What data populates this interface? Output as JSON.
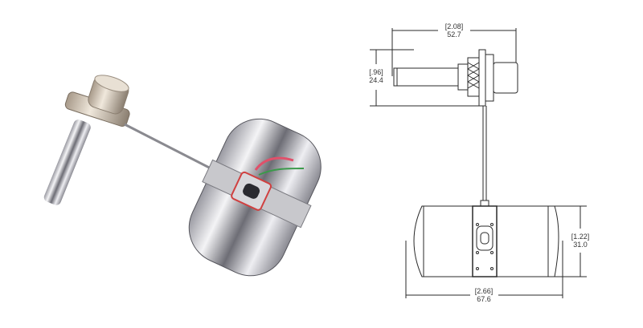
{
  "photo": {
    "subject": "stainless-steel float level switch with pivot arm and mounting flange"
  },
  "drawing": {
    "dimensions": {
      "overall_width": {
        "inches": "[2.08]",
        "mm": "52.7"
      },
      "mount_height": {
        "inches": "[.96]",
        "mm": "24.4"
      },
      "float_height": {
        "inches": "[1.22]",
        "mm": "31.0"
      },
      "float_length": {
        "inches": "[2.66]",
        "mm": "67.6"
      }
    }
  },
  "colors": {
    "line": "#2a2a2a",
    "background": "#ffffff",
    "wire_red": "#e0506a",
    "wire_green": "#3a9a4a",
    "steel_light": "#e8e8ec",
    "steel_dark": "#6a6a72"
  }
}
